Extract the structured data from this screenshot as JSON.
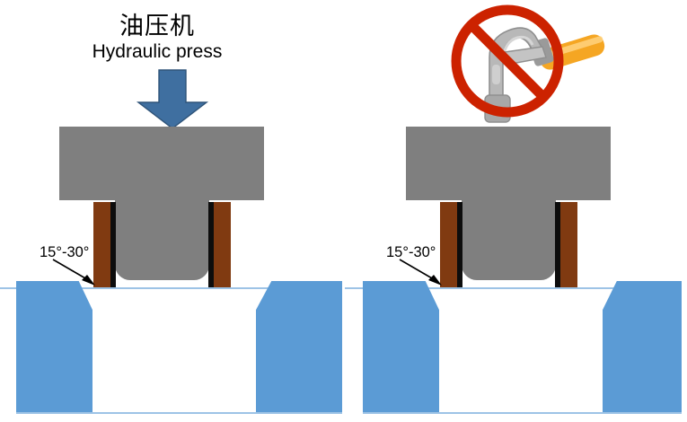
{
  "diagram": {
    "title_cn": "油压机",
    "title_en": "Hydraulic press",
    "angle_label": "15°-30°",
    "colors": {
      "background": "#ffffff",
      "press_plate_gray": "#7f7f7f",
      "plug_gray": "#7f7f7f",
      "copper_brown": "#803a11",
      "black_stripe": "#0d0d0d",
      "base_blue": "#5b9bd5",
      "hairline_blue": "#9dc3e6",
      "arrow_blue": "#3f6fa0",
      "arrow_outline": "#2e5378",
      "prohibition_red": "#cc2200",
      "hammer_gray": "#b3b3b3",
      "hammer_handle_orange": "#f5a623"
    }
  },
  "panels": [
    {
      "id": "left",
      "name": "correct-method-hydraulic-press",
      "press_label_cn": "油压机",
      "press_label_en": "Hydraulic press",
      "angle_label": "15°-30°",
      "has_press_arrow": true,
      "has_prohibition_sign": false
    },
    {
      "id": "right",
      "name": "incorrect-method-hammer",
      "angle_label": "15°-30°",
      "has_press_arrow": false,
      "has_prohibition_sign": true,
      "prohibition_icon": "no-hammer-icon"
    }
  ],
  "icons": {
    "down_arrow": "down-arrow-icon",
    "no_hammer": "no-hammer-icon",
    "leader_pointer": "leader-arrow-icon"
  }
}
